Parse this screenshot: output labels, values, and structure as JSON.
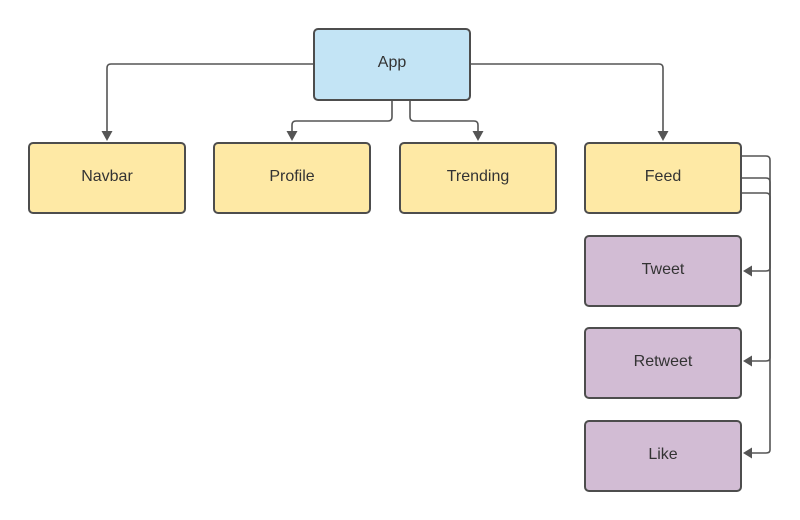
{
  "diagram": {
    "nodes": [
      {
        "id": "app",
        "label": "App",
        "color": "#c3e4f5"
      },
      {
        "id": "navbar",
        "label": "Navbar",
        "color": "#fee9a5"
      },
      {
        "id": "profile",
        "label": "Profile",
        "color": "#fee9a5"
      },
      {
        "id": "trending",
        "label": "Trending",
        "color": "#fee9a5"
      },
      {
        "id": "feed",
        "label": "Feed",
        "color": "#fee9a5"
      },
      {
        "id": "tweet",
        "label": "Tweet",
        "color": "#d2bcd4"
      },
      {
        "id": "retweet",
        "label": "Retweet",
        "color": "#d2bcd4"
      },
      {
        "id": "like",
        "label": "Like",
        "color": "#d2bcd4"
      }
    ],
    "edges": [
      {
        "from": "app",
        "to": "navbar"
      },
      {
        "from": "app",
        "to": "profile"
      },
      {
        "from": "app",
        "to": "trending"
      },
      {
        "from": "app",
        "to": "feed"
      },
      {
        "from": "feed",
        "to": "tweet"
      },
      {
        "from": "feed",
        "to": "retweet"
      },
      {
        "from": "feed",
        "to": "like"
      }
    ]
  }
}
